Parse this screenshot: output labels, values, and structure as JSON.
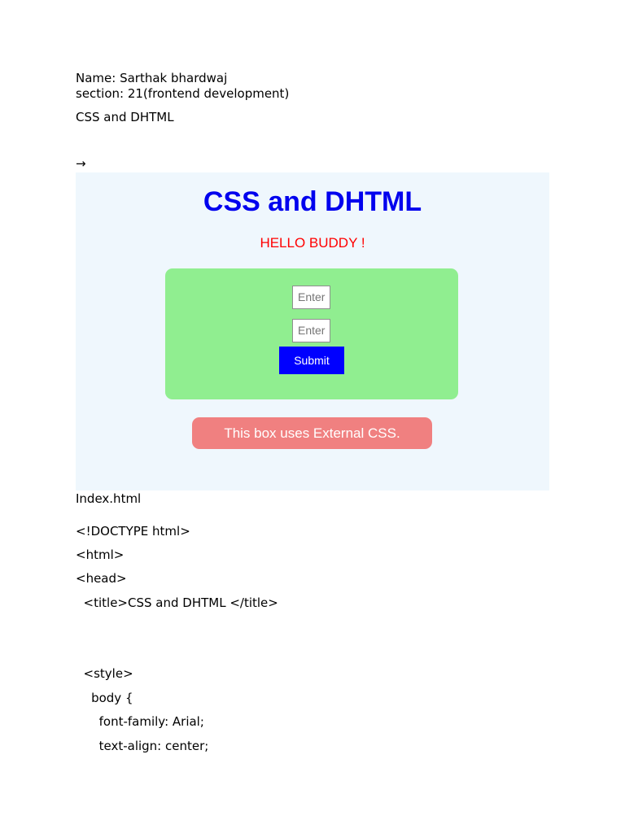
{
  "header": {
    "name_line": "Name: Sarthak bhardwaj",
    "section_line": "section: 21(frontend development)",
    "topic": "CSS and DHTML"
  },
  "arrow_glyph": "→",
  "arrow_icon": "right-arrow-icon",
  "screenshot": {
    "title": "CSS and DHTML",
    "greeting": "HELLO BUDDY !",
    "input1_placeholder": "Enter",
    "input2_placeholder": "Enter",
    "submit_label": "Submit",
    "external_box_text": "This box uses External CSS.",
    "colors": {
      "background": "#eff7fd",
      "title": "#0000ee",
      "greeting": "#ff0000",
      "form_box": "#90ee90",
      "submit": "#0000ff",
      "external_box": "#f08080"
    }
  },
  "file_label": "Index.html",
  "code_lines": [
    "<!DOCTYPE html>",
    "<html>",
    "<head>",
    "  <title>CSS and DHTML </title>",
    "  <style>",
    "    body {",
    "      font-family: Arial;",
    "      text-align: center;"
  ]
}
